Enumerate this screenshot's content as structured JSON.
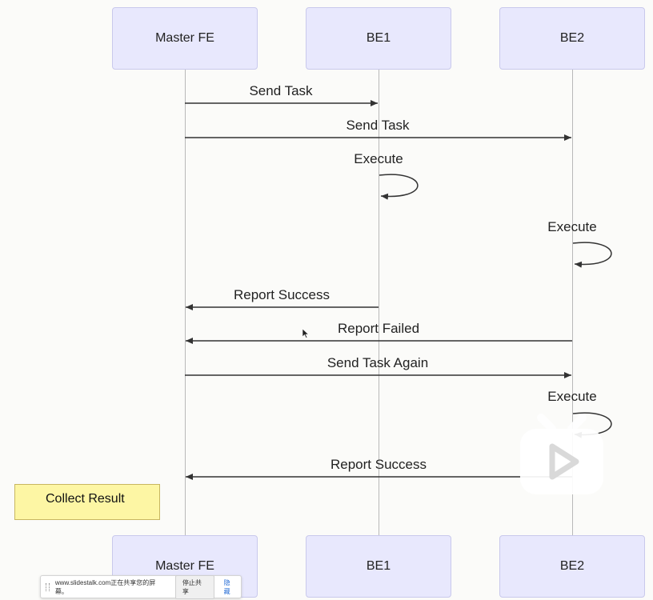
{
  "actors": {
    "master_fe": "Master FE",
    "be1": "BE1",
    "be2": "BE2"
  },
  "messages": {
    "m1": "Send Task",
    "m2": "Send Task",
    "m3": "Execute",
    "m4": "Execute",
    "m5": "Report Success",
    "m6": "Report Failed",
    "m7": "Send Task Again",
    "m8": "Execute",
    "m9": "Report Success"
  },
  "note": "Collect Result",
  "share_bar": {
    "text": "www.slidestalk.com正在共享您的屏幕。",
    "stop_label": "停止共享",
    "hide_label": "隐藏"
  },
  "colors": {
    "actor_fill": "#e8e8fd",
    "actor_border": "#c9c9ec",
    "note_fill": "#fdf6a4",
    "arrow": "#333333"
  },
  "icons": {
    "watermark": "video-play-icon",
    "cursor": "mouse-pointer-icon"
  }
}
